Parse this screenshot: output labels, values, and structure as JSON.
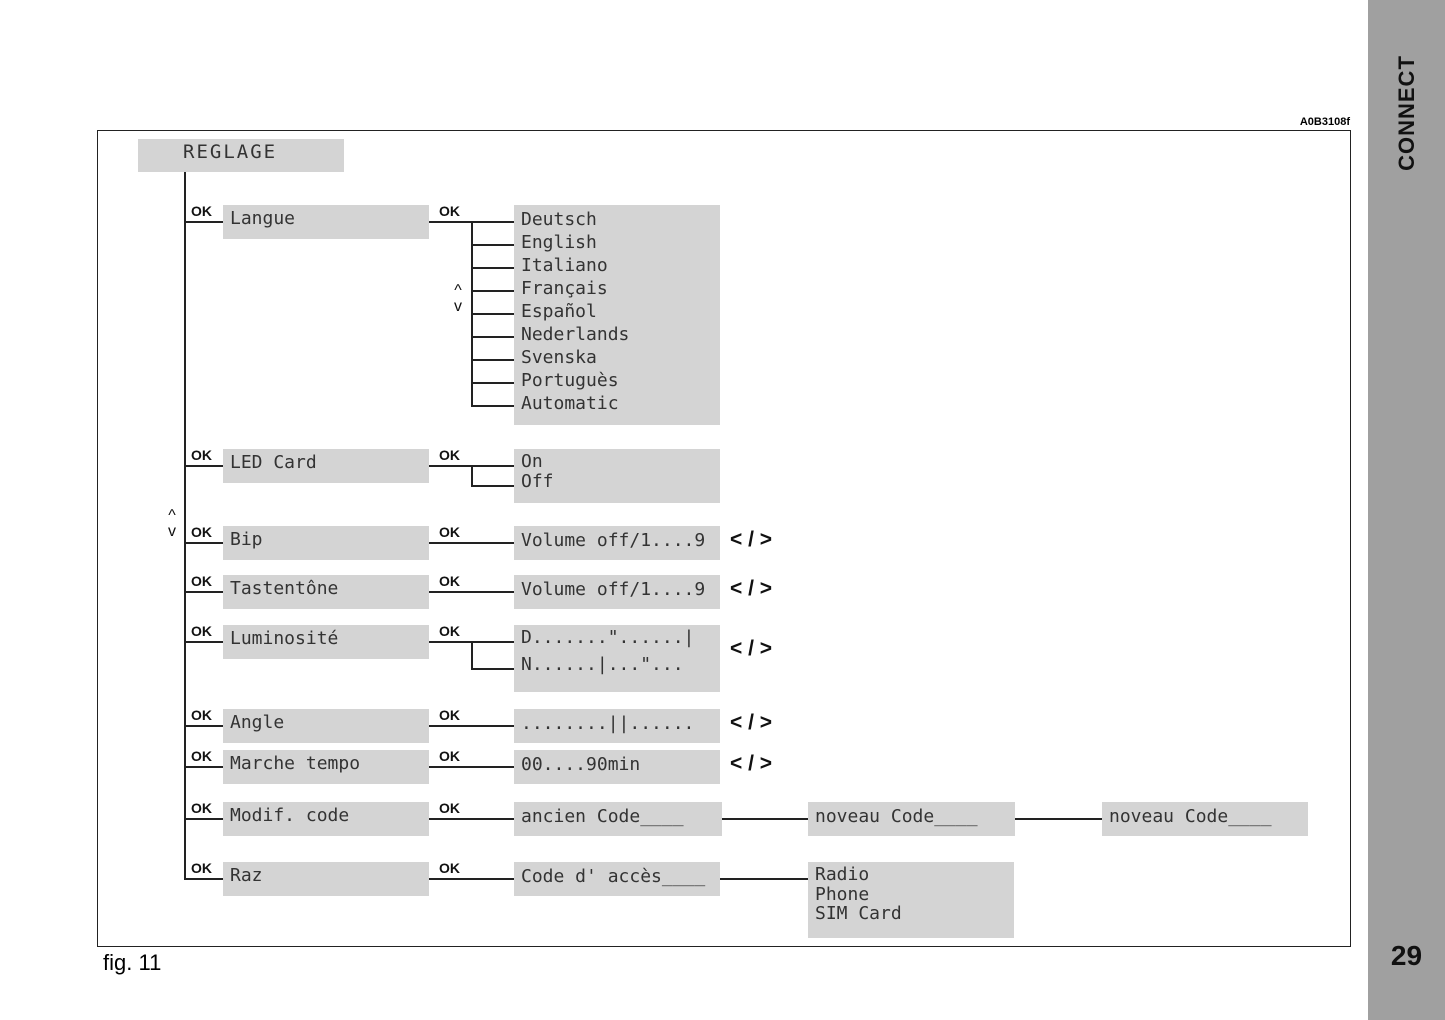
{
  "sidebar": {
    "title": "CONNECT",
    "page_number": "29"
  },
  "figure_code": "A0B3108f",
  "caption": "fig. 11",
  "root": "REGLAGE",
  "ok_label": "OK",
  "nav_label": "< / >",
  "up_arrow": "^",
  "down_arrow": "v",
  "rows": [
    {
      "label": "Langue",
      "options": [
        "Deutsch",
        "English",
        "Italiano",
        "Français",
        "Español",
        "Nederlands",
        "Svenska",
        "Portuguès",
        "Automatic"
      ]
    },
    {
      "label": "LED Card",
      "options": [
        "On",
        "Off"
      ]
    },
    {
      "label": "Bip",
      "value": "Volume off/1....9",
      "nav": true
    },
    {
      "label": "Tastentône",
      "value": "Volume off/1....9",
      "nav": true
    },
    {
      "label": "Luminosité",
      "options": [
        "D.......\"......|",
        "N......|...\"..."
      ],
      "nav": true
    },
    {
      "label": "Angle",
      "value": "........||......",
      "nav": true
    },
    {
      "label": "Marche tempo",
      "value": "00....90min",
      "nav": true
    },
    {
      "label": "Modif. code",
      "value": "ancien Code____",
      "chain": [
        "noveau Code____",
        "noveau Code____"
      ]
    },
    {
      "label": "Raz",
      "value": "Code d' accès____",
      "chain_multi": [
        "Radio",
        "Phone",
        "SIM Card"
      ]
    }
  ],
  "colors": {
    "box": "#d4d4d4",
    "sidebar": "#a0a0a0"
  }
}
